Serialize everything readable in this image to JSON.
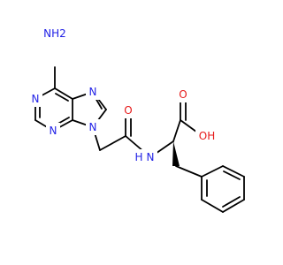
{
  "molecule": {
    "colors": {
      "bond": "#000000",
      "nitrogen": "#1f1fe6",
      "oxygen": "#e61a1a",
      "background": "#ffffff"
    },
    "labels": {
      "amine": "NH2",
      "n1": "N",
      "n3": "N",
      "n7": "N",
      "n9": "N",
      "amide_n": "N",
      "amide_h": "H",
      "amide_o": "O",
      "acid_oh": "OH",
      "acid_o": "O"
    }
  }
}
